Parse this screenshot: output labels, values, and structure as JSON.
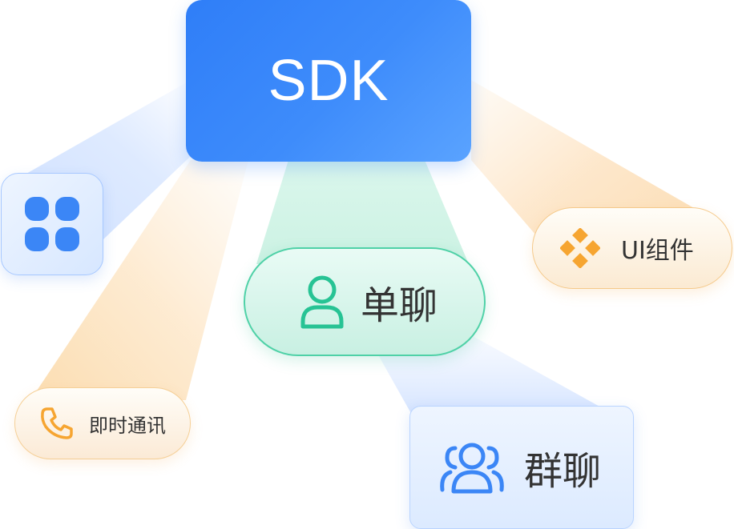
{
  "hub": {
    "label": "SDK"
  },
  "nodes": {
    "apps": {
      "icon": "apps-grid-icon"
    },
    "ui_components": {
      "label": "UI组件",
      "icon": "diamond-grid-icon"
    },
    "single_chat": {
      "label": "单聊",
      "icon": "user-icon"
    },
    "instant_messaging": {
      "label": "即时通讯",
      "icon": "phone-icon"
    },
    "group_chat": {
      "label": "群聊",
      "icon": "group-icon"
    }
  },
  "colors": {
    "hub": "#2f7ef8",
    "blue_accent": "#3b86f6",
    "green_accent": "#27c394",
    "orange_accent": "#f6a531",
    "text": "#333333"
  }
}
